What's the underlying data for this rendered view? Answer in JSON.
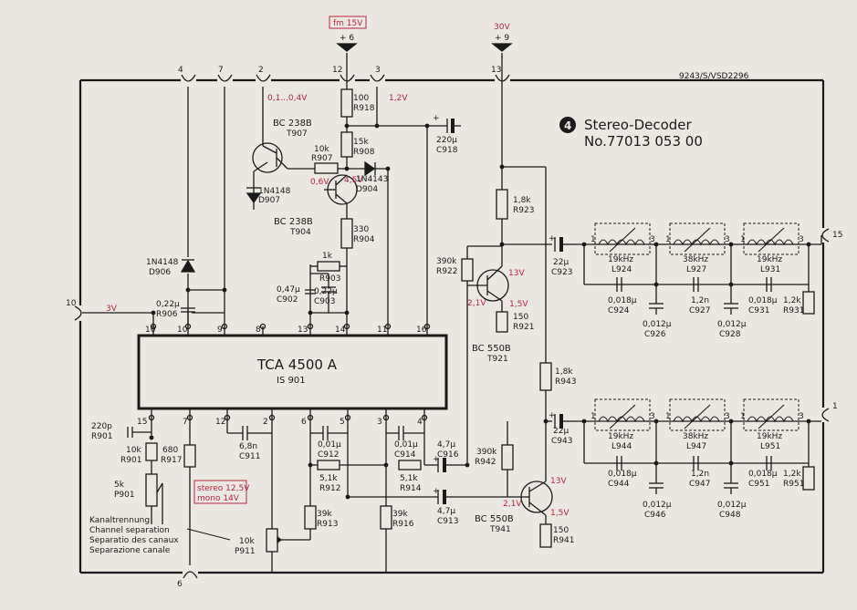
{
  "header": {
    "ref": "9243/S/VSD2296",
    "badge": "4",
    "title": "Stereo-Decoder",
    "number": "No.77013 053 00"
  },
  "supplies": {
    "fm": "fm 15V",
    "fm_pin": "+ 6",
    "v30": "30V",
    "v30_pin": "+ 9"
  },
  "connectors": {
    "c4": "4",
    "c7": "7",
    "c2": "2",
    "c12": "12",
    "c3": "3",
    "c13": "13",
    "c10": "10",
    "c6": "6",
    "c15": "15",
    "c1": "1"
  },
  "voltages": {
    "v_01_04": "0,1...0,4V",
    "v12": "1,2V",
    "v06": "0,6V",
    "v45": "4,5V",
    "v3": "3V",
    "t921_c": "13V",
    "t921_b": "2,1V",
    "t921_e": "1,5V",
    "t941_c": "13V",
    "t941_b": "2,1V",
    "t941_e": "1,5V",
    "stereo": "stereo 12,5V",
    "mono": "mono 14V"
  },
  "ic": {
    "name": "TCA 4500 A",
    "ref": "IS 901",
    "pins_top": [
      "10",
      "10",
      "9",
      "8",
      "13",
      "14",
      "11",
      "16"
    ],
    "pins_bottom": [
      "15",
      "7",
      "12",
      "2",
      "6",
      "5",
      "3",
      "4"
    ]
  },
  "components": {
    "T907_type": "BC 238B",
    "T907_ref": "T907",
    "D907_type": "1N4148",
    "D907_ref": "D907",
    "R907_val": "10k",
    "R907_ref": "R907",
    "T904_type": "BC 238B",
    "T904_ref": "T904",
    "D904_type": "1N4143",
    "D904_ref": "D904",
    "R918_val": "100",
    "R918_ref": "R918",
    "R908_val": "15k",
    "R908_ref": "R908",
    "R904_val": "330",
    "R904_ref": "R904",
    "C918_val": "220µ",
    "C918_ref": "C918",
    "D906_type": "1N4148",
    "D906_ref": "D906",
    "R906_val": "0,22µ",
    "R906_ref": "R906",
    "R903_val": "1k",
    "R903_ref": "R903",
    "C902_val": "0,47µ",
    "C902_ref": "C902",
    "C903_val": "0,22µ",
    "C903_ref": "C903",
    "R923_val": "1,8k",
    "R923_ref": "R923",
    "R922_val": "390k",
    "R922_ref": "R922",
    "T921_type": "BC 550B",
    "T921_ref": "T921",
    "R921_val": "150",
    "R921_ref": "R921",
    "C923_val": "22µ",
    "C923_ref": "C923",
    "L924_val": "19kHz",
    "L924_ref": "L924",
    "L927_val": "38kHz",
    "L927_ref": "L927",
    "L931_val": "19kHz",
    "L931_ref": "L931",
    "C924_val": "0,018µ",
    "C924_ref": "C924",
    "C926_val": "0,012µ",
    "C926_ref": "C926",
    "C927_val": "1,2n",
    "C927_ref": "C927",
    "C931_val": "0,018µ",
    "C931_ref": "C931",
    "C928_val": "0,012µ",
    "C928_ref": "C928",
    "R931_val": "1,2k",
    "R931_ref": "R931",
    "R943_val": "1,8k",
    "R943_ref": "R943",
    "C943_val": "22µ",
    "C943_ref": "C943",
    "L944_val": "19kHz",
    "L944_ref": "L944",
    "L947_val": "38kHz",
    "L947_ref": "L947",
    "L951_val": "19kHz",
    "L951_ref": "L951",
    "C944_val": "0,018µ",
    "C944_ref": "C944",
    "C946_val": "0,012µ",
    "C946_ref": "C946",
    "C947_val": "1,2n",
    "C947_ref": "C947",
    "C951_val": "0,018µ",
    "C951_ref": "C951",
    "C948_val": "0,012µ",
    "C948_ref": "C948",
    "R951_val": "1,2k",
    "R951_ref": "R951",
    "R901_val": "220p",
    "R901_ref": "R901",
    "R901b_val": "10k",
    "R901b_ref": "R901",
    "R917_val": "680",
    "R917_ref": "R917",
    "P901_val": "5k",
    "P901_ref": "P901",
    "C911_val": "6,8n",
    "C911_ref": "C911",
    "C912_val": "0,01µ",
    "C912_ref": "C912",
    "R912_val": "5,1k",
    "R912_ref": "R912",
    "C914_val": "0,01µ",
    "C914_ref": "C914",
    "R914_val": "5,1k",
    "R914_ref": "R914",
    "C916_val": "4,7µ",
    "C916_ref": "C916",
    "C913_val": "4,7µ",
    "C913_ref": "C913",
    "R913_val": "39k",
    "R913_ref": "R913",
    "R916_val": "39k",
    "R916_ref": "R916",
    "R942_val": "390k",
    "R942_ref": "R942",
    "T941_type": "BC 550B",
    "T941_ref": "T941",
    "R941_val": "150",
    "R941_ref": "R941",
    "P911_val": "10k",
    "P911_ref": "P911"
  },
  "separation": {
    "de": "Kanaltrennung",
    "en": "Channel separation",
    "fr": "Separatio des canaux",
    "it": "Separazione canale"
  },
  "colors": {
    "ink": "#1a1a1a",
    "paper": "#ebe8e2",
    "annotation_red": "#b8243a"
  }
}
